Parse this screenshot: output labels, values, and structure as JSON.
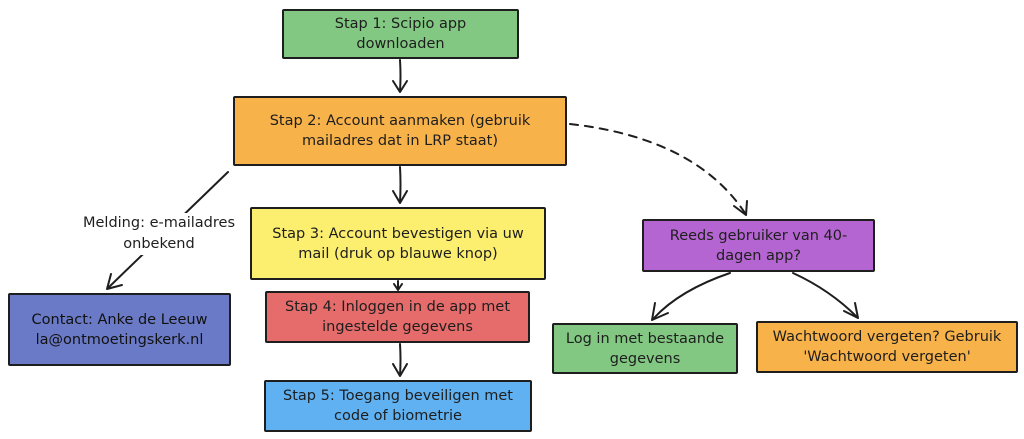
{
  "nodes": {
    "step1": "Stap 1: Scipio app downloaden",
    "step2": "Stap 2: Account aanmaken (gebruik mailadres dat in LRP staat)",
    "step3": "Stap 3: Account bevestigen via uw mail (druk op blauwe knop)",
    "step4": "Stap 4: Inloggen in de app met ingestelde gegevens",
    "step5": "Stap 5: Toegang beveiligen met code of biometrie",
    "existing_user": "Reeds gebruiker van 40-dagen app?",
    "login_existing": "Log in met bestaande gegevens",
    "forgot_password": "Wachtwoord vergeten? Gebruik 'Wachtwoord vergeten'",
    "contact": "Contact: Anke de Leeuw la@ontmoetingskerk.nl"
  },
  "edge_labels": {
    "email_unknown": "Melding: e-mailadres onbekend"
  },
  "colors": {
    "step1": "#82c882",
    "step2": "#f8b24a",
    "step3": "#fcee6e",
    "step4": "#e66b6b",
    "step5": "#5fb1f1",
    "existing_user": "#b565d1",
    "login_existing": "#82c882",
    "forgot_password": "#f8b24a",
    "contact": "#6a7ac6",
    "stroke": "#1e1e1e"
  }
}
